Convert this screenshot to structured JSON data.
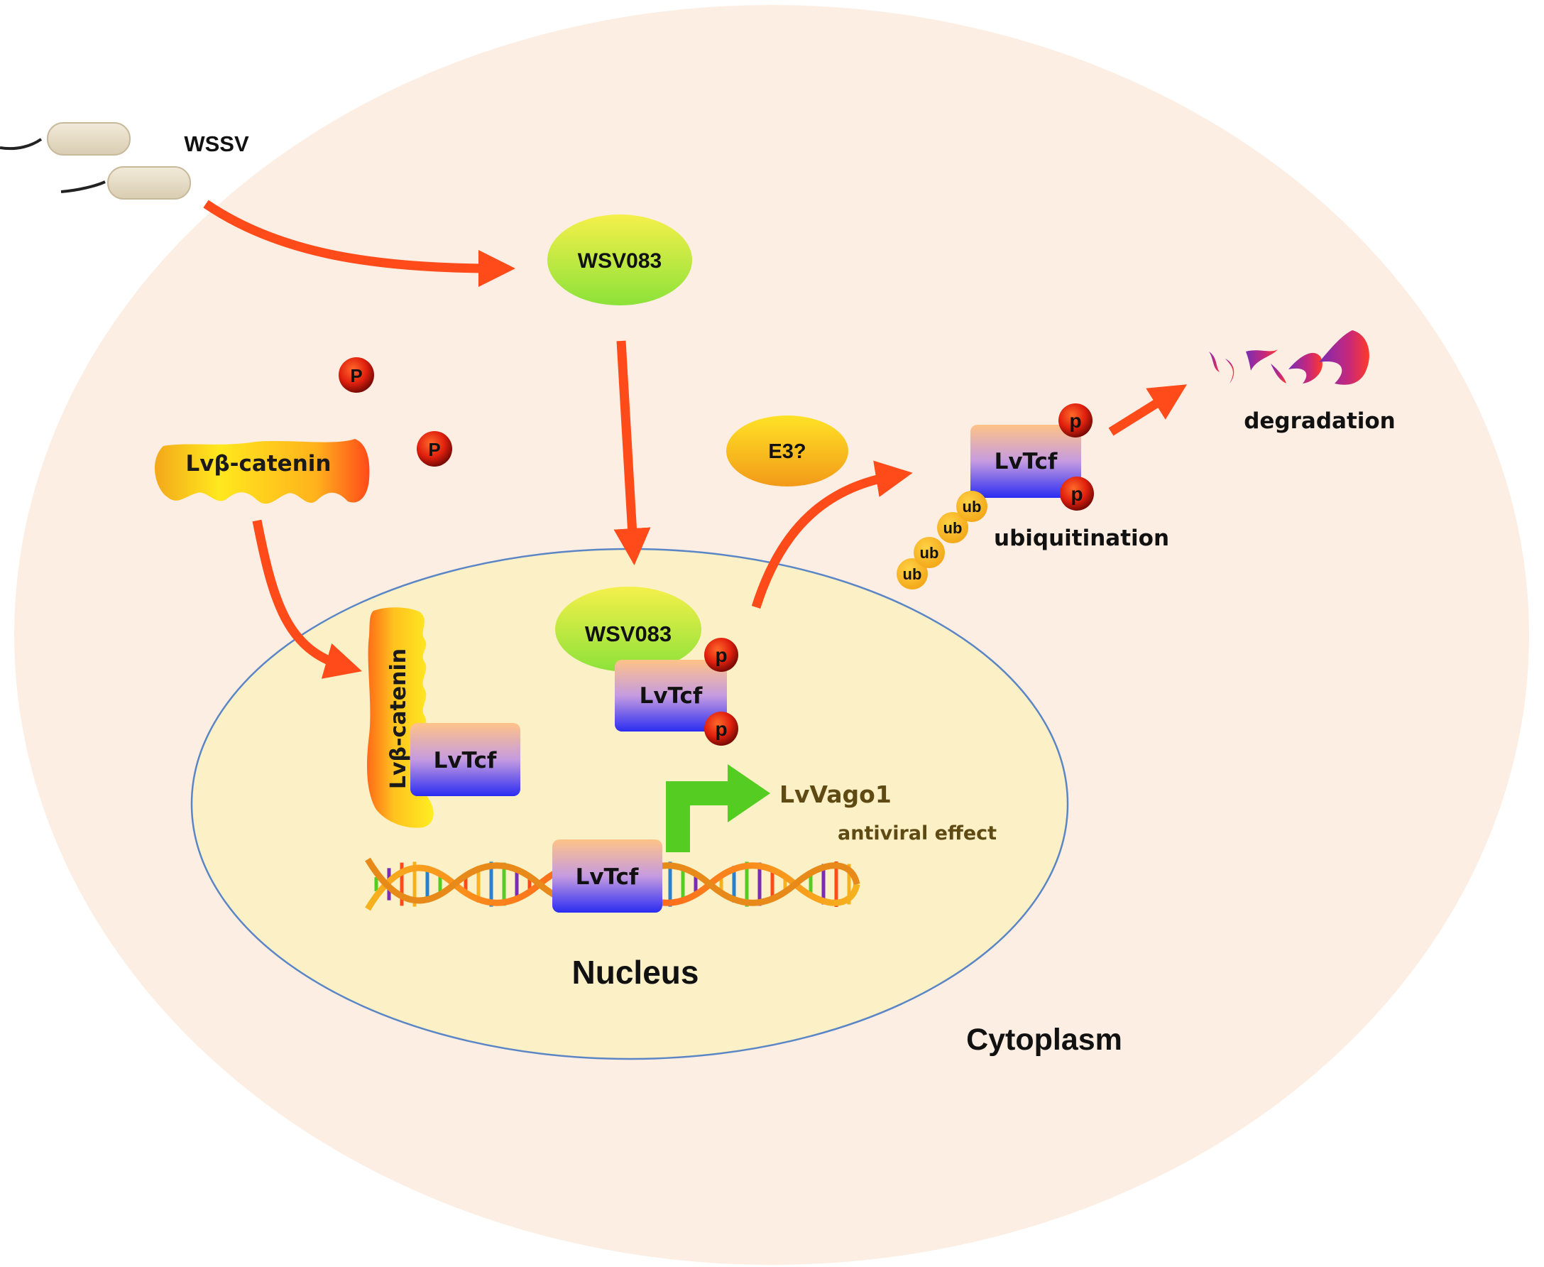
{
  "labels": {
    "wssv": "WSSV",
    "wsv083_cytoplasm": "WSV083",
    "wsv083_nucleus": "WSV083",
    "e3": "E3?",
    "beta_catenin_cytoplasm": "Lvβ-catenin",
    "beta_catenin_nucleus": "Lvβ-catenin",
    "p_upper": "P",
    "p_lower": "P",
    "lvtcf_complex": "LvTcf",
    "lvtcf_wsv083": "LvTcf",
    "lvtcf_dna": "LvTcf",
    "lvtcf_ubiquitinated": "LvTcf",
    "p_small": "p",
    "ub": "ub",
    "ubiquitination": "ubiquitination",
    "degradation": "degradation",
    "lvvago1": "LvVago1",
    "antiviral_effect": "antiviral effect",
    "nucleus": "Nucleus",
    "cytoplasm": "Cytoplasm"
  },
  "colors": {
    "cell": "#FDEEE3",
    "nucleus_fill": "#FCF1C6",
    "nucleus_border": "#5B86C6",
    "arrow": "#FF4A1A",
    "green_arrow": "#55CC22",
    "vago_text": "#5E4A12"
  }
}
